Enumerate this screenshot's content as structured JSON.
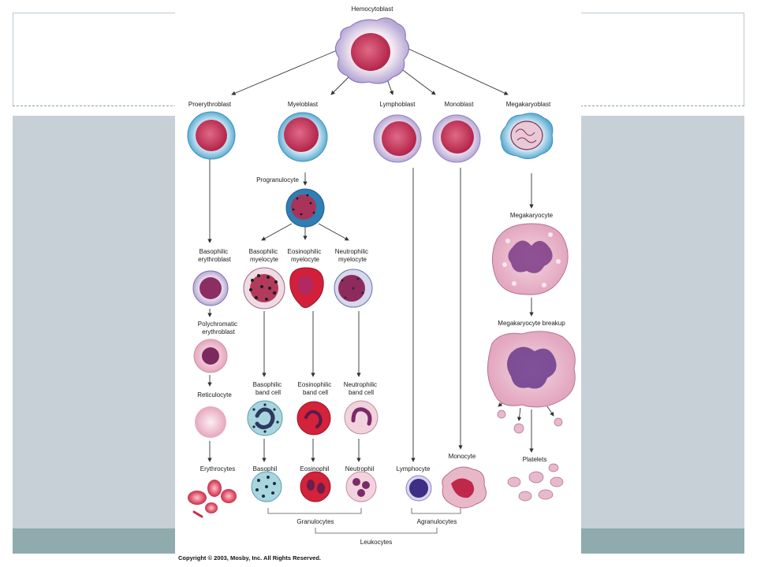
{
  "labels": {
    "hemocytoblast": "Hemocytoblast",
    "proerythroblast": "Proerythroblast",
    "myeloblast": "Myeloblast",
    "lymphoblast": "Lymphoblast",
    "monoblast": "Monoblast",
    "megakaryoblast": "Megakaryoblast",
    "progranulocyte": "Progranulocyte",
    "basophilic_erythroblast": [
      "Basophilic",
      "erythroblast"
    ],
    "basophilic_myelocyte": [
      "Basophilic",
      "myelocyte"
    ],
    "eosinophilic_myelocyte": [
      "Eosinophilic",
      "myelocyte"
    ],
    "neutrophilic_myelocyte": [
      "Neutrophilic",
      "myelocyte"
    ],
    "megakaryocyte": "Megakaryocyte",
    "polychromatic_erythroblast": [
      "Polychromatic",
      "erythroblast"
    ],
    "megakaryocyte_breakup": "Megakaryocyte breakup",
    "reticulocyte": "Reticulocyte",
    "basophilic_band_cell": [
      "Basophilic",
      "band cell"
    ],
    "eosinophilic_band_cell": [
      "Eosinophilic",
      "band cell"
    ],
    "neutrophilic_band_cell": [
      "Neutrophilic",
      "band cell"
    ],
    "erythrocytes": "Erythrocytes",
    "basophil": "Basophil",
    "eosinophil": "Eosinophil",
    "neutrophil": "Neutrophil",
    "lymphocyte": "Lymphocyte",
    "monocyte": "Monocyte",
    "platelets": "Platelets",
    "granulocytes": "Granulocytes",
    "agranulocytes": "Agranulocytes",
    "leukocytes": "Leukocytes"
  },
  "copyright": "Copyright © 2003, Mosby, Inc. All Rights Reserved.",
  "colors": {
    "slide_panel": "#c7d0d6",
    "slide_band": "#8fabae",
    "cell_pink": "#f3dbe6",
    "nucleus_red": "#c0304f",
    "blast_blue": "#8cc7e0",
    "granule_dark": "#2a2a3a",
    "eosin_red": "#d63040"
  }
}
